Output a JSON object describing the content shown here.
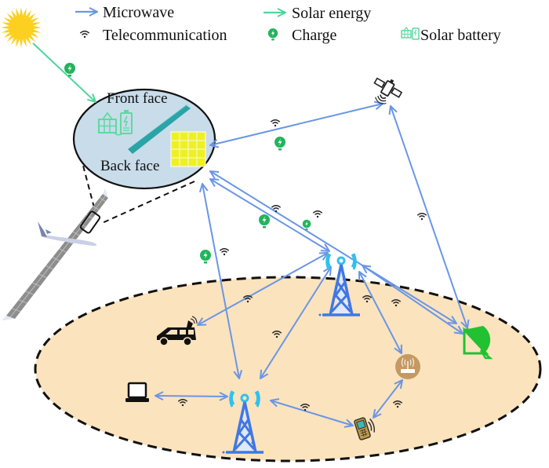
{
  "legend": {
    "microwave": "Microwave",
    "solar_energy": "Solar energy",
    "telecommunication": "Telecommunication",
    "charge": "Charge",
    "solar_battery": "Solar battery"
  },
  "zoom_panel": {
    "front_face": "Front face",
    "back_face": "Back face"
  },
  "nodes": [
    {
      "id": "sun",
      "kind": "sun-icon"
    },
    {
      "id": "aircraft",
      "kind": "solar-aircraft"
    },
    {
      "id": "rectenna",
      "kind": "rectenna-panel"
    },
    {
      "id": "satellite",
      "kind": "satellite-icon"
    },
    {
      "id": "tower-main",
      "kind": "cell-tower-icon"
    },
    {
      "id": "tower-lower",
      "kind": "cell-tower-icon"
    },
    {
      "id": "car",
      "kind": "car-icon"
    },
    {
      "id": "laptop",
      "kind": "laptop-icon"
    },
    {
      "id": "router",
      "kind": "router-icon"
    },
    {
      "id": "phone",
      "kind": "mobile-phone-icon"
    },
    {
      "id": "dish",
      "kind": "satellite-dish-icon"
    }
  ],
  "links": [
    {
      "type": "solar_energy",
      "from": "sun",
      "to": "rectenna"
    },
    {
      "type": "microwave",
      "from": "rectenna",
      "to": "satellite",
      "bidirectional": true
    },
    {
      "type": "microwave",
      "from": "rectenna",
      "to": "tower-main",
      "bidirectional": true
    },
    {
      "type": "microwave",
      "from": "rectenna",
      "to": "dish",
      "bidirectional": true
    },
    {
      "type": "microwave",
      "from": "rectenna",
      "to": "tower-lower",
      "bidirectional": true
    },
    {
      "type": "microwave",
      "from": "satellite",
      "to": "dish",
      "bidirectional": true
    },
    {
      "type": "microwave",
      "from": "tower-main",
      "to": "car",
      "bidirectional": true
    },
    {
      "type": "microwave",
      "from": "tower-main",
      "to": "tower-lower",
      "bidirectional": true
    },
    {
      "type": "microwave",
      "from": "tower-main",
      "to": "router",
      "bidirectional": true
    },
    {
      "type": "microwave",
      "from": "tower-main",
      "to": "dish",
      "bidirectional": true
    },
    {
      "type": "microwave",
      "from": "laptop",
      "to": "tower-lower",
      "bidirectional": true
    },
    {
      "type": "microwave",
      "from": "tower-lower",
      "to": "phone",
      "bidirectional": true
    },
    {
      "type": "microwave",
      "from": "phone",
      "to": "router",
      "bidirectional": true
    }
  ],
  "colors": {
    "microwave": "#6a96e6",
    "solar_energy": "#4fd69a",
    "charge": "#22b45c",
    "solar_battery": "#5fd9a0",
    "sun": "#fcd020",
    "coverage_area": "#fbe3bd",
    "zoom_panel": "#c8dcea",
    "tower": "#3f78e6",
    "tower_signal": "#2fc1ee",
    "dish": "#22c132",
    "router": "#c49a63",
    "rectenna": "#eef024",
    "wing_strip": "#2aa4a6"
  }
}
